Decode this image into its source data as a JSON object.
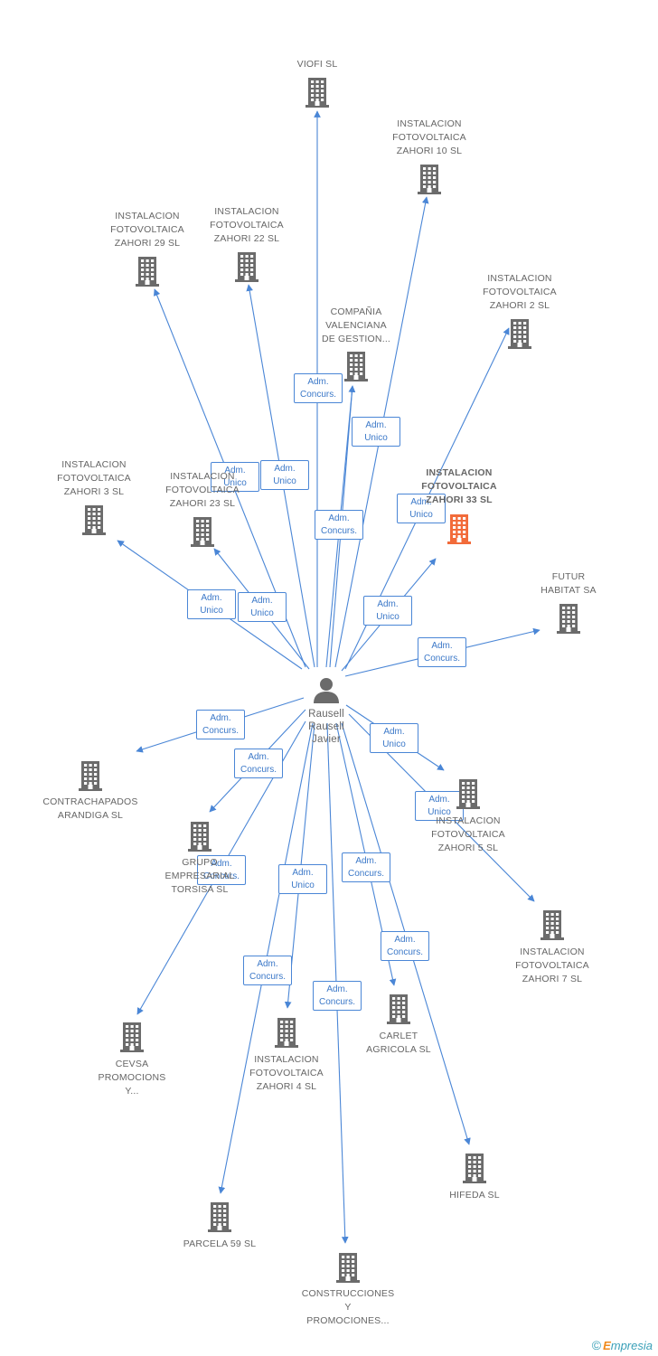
{
  "colors": {
    "edge": "#4a86d6",
    "node": "#6b6b6b",
    "highlight": "#f26b3a"
  },
  "center": {
    "name": "Rausell\nRausell\nJavier",
    "icon": "person-icon"
  },
  "nodes": [
    {
      "id": "viofi",
      "label": "VIOFI SL",
      "icon": "building-icon"
    },
    {
      "id": "zahori10",
      "label": "INSTALACION\nFOTOVOLTAICA\nZAHORI 10 SL",
      "icon": "building-icon"
    },
    {
      "id": "zahori29",
      "label": "INSTALACION\nFOTOVOLTAICA\nZAHORI 29 SL",
      "icon": "building-icon"
    },
    {
      "id": "zahori22",
      "label": "INSTALACION\nFOTOVOLTAICA\nZAHORI 22 SL",
      "icon": "building-icon"
    },
    {
      "id": "zahori2",
      "label": "INSTALACION\nFOTOVOLTAICA\nZAHORI 2 SL",
      "icon": "building-icon"
    },
    {
      "id": "compania",
      "label": "COMPAÑIA\nVALENCIANA\nDE GESTION...",
      "icon": "building-icon"
    },
    {
      "id": "zahori3",
      "label": "INSTALACION\nFOTOVOLTAICA\nZAHORI 3 SL",
      "icon": "building-icon"
    },
    {
      "id": "zahori23",
      "label": "INSTALACION\nFOTOVOLTAICA\nZAHORI 23 SL",
      "icon": "building-icon"
    },
    {
      "id": "zahori33",
      "label": "INSTALACION\nFOTOVOLTAICA\nZAHORI 33 SL",
      "icon": "building-icon",
      "main": true
    },
    {
      "id": "futur",
      "label": "FUTUR\nHABITAT SA",
      "icon": "building-icon"
    },
    {
      "id": "contrachapados",
      "label": "CONTRACHAPADOS\nARANDIGA SL",
      "icon": "building-icon"
    },
    {
      "id": "torsisa",
      "label": "GRUPO\nEMPRESARIAL\nTORSISA SL",
      "icon": "building-icon"
    },
    {
      "id": "zahori5",
      "label": "INSTALACION\nFOTOVOLTAICA\nZAHORI 5 SL",
      "icon": "building-icon"
    },
    {
      "id": "zahori7",
      "label": "INSTALACION\nFOTOVOLTAICA\nZAHORI 7 SL",
      "icon": "building-icon"
    },
    {
      "id": "cevsa",
      "label": "CEVSA\nPROMOCIONS\nY...",
      "icon": "building-icon"
    },
    {
      "id": "zahori4",
      "label": "INSTALACION\nFOTOVOLTAICA\nZAHORI 4 SL",
      "icon": "building-icon"
    },
    {
      "id": "carlet",
      "label": "CARLET\nAGRICOLA SL",
      "icon": "building-icon"
    },
    {
      "id": "hifeda",
      "label": "HIFEDA SL",
      "icon": "building-icon"
    },
    {
      "id": "parcela",
      "label": "PARCELA 59 SL",
      "icon": "building-icon"
    },
    {
      "id": "construcciones",
      "label": "CONSTRUCCIONES\nY\nPROMOCIONES...",
      "icon": "building-icon"
    }
  ],
  "edges": [
    {
      "to": "viofi",
      "role": ""
    },
    {
      "to": "zahori10",
      "role": "Adm.\nUnico"
    },
    {
      "to": "zahori29",
      "role": "Adm.\nUnico"
    },
    {
      "to": "zahori22",
      "role": "Adm.\nUnico"
    },
    {
      "to": "zahori2",
      "role": "Adm.\nUnico"
    },
    {
      "to": "compania",
      "role": "Adm.\nConcurs."
    },
    {
      "to": "zahori3",
      "role": "Adm.\nUnico"
    },
    {
      "to": "zahori23",
      "role": "Adm.\nUnico"
    },
    {
      "to": "zahori33",
      "role": "Adm.\nUnico"
    },
    {
      "to": "futur",
      "role": "Adm.\nConcurs."
    },
    {
      "to": "contrachapados",
      "role": "Adm.\nConcurs."
    },
    {
      "to": "torsisa",
      "role": "Adm.\nConcurs."
    },
    {
      "to": "zahori5",
      "role": "Adm.\nUnico"
    },
    {
      "to": "zahori7",
      "role": "Adm.\nUnico"
    },
    {
      "to": "cevsa",
      "role": "Adm.\nConcurs."
    },
    {
      "to": "zahori4",
      "role": "Adm.\nUnico"
    },
    {
      "to": "carlet",
      "role": "Adm.\nConcurs."
    },
    {
      "to": "hifeda",
      "role": "Adm.\nConcurs."
    },
    {
      "to": "parcela",
      "role": "Adm.\nConcurs."
    },
    {
      "to": "construcciones",
      "role": "Adm.\nConcurs."
    },
    {
      "to": "compania",
      "role": "Adm.\nConcurs."
    }
  ],
  "footer": {
    "copyright": "©",
    "brand_initial": "E",
    "brand_rest": "mpresia"
  }
}
